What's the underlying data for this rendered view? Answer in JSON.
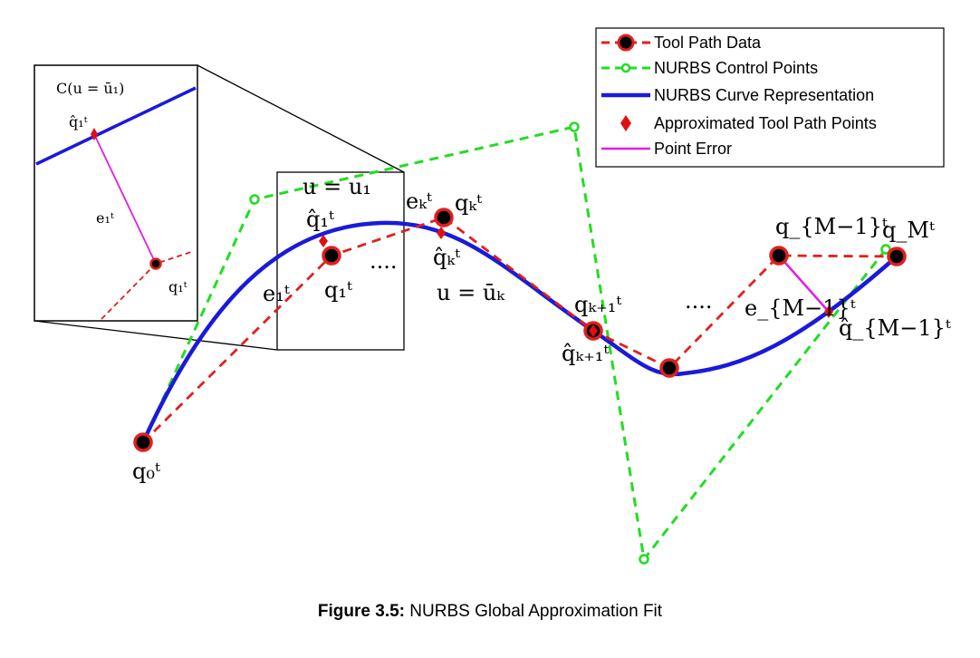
{
  "legend": {
    "tool_path": "Tool Path Data",
    "control_points": "NURBS Control Points",
    "curve": "NURBS Curve Representation",
    "approx_points": "Approximated Tool Path Points",
    "point_error": "Point Error"
  },
  "colors": {
    "tool_path": "#e0201c",
    "control_points": "#22dd22",
    "curve": "#1a1adb",
    "approx_points": "#e01010",
    "point_error": "#e020e0"
  },
  "labels": {
    "inset_curve": "C(u = ū₁)",
    "inset_qhat": "q̂₁ᵗ",
    "inset_e": "e₁ᵗ",
    "inset_q": "q₁ᵗ",
    "u_eq_u1": "u = u₁",
    "qhat1": "q̂₁ᵗ",
    "q1": "q₁ᵗ",
    "e1": "e₁ᵗ",
    "dots1": "....",
    "ek": "eₖᵗ",
    "qk": "qₖᵗ",
    "qhatk": "q̂ₖᵗ",
    "u_eq_uk": "u = ūₖ",
    "qk1": "qₖ₊₁ᵗ",
    "qhatk1": "q̂ₖ₊₁ᵗ",
    "dots2": "....",
    "eM1": "e_{M−1}ᵗ",
    "qM1": "q_{M−1}ᵗ",
    "qhatM1": "q̂_{M−1}ᵗ",
    "qM": "q_Mᵗ",
    "q0": "q₀ᵗ"
  },
  "caption": {
    "label": "Figure 3.5:",
    "text": " NURBS Global Approximation Fit"
  }
}
